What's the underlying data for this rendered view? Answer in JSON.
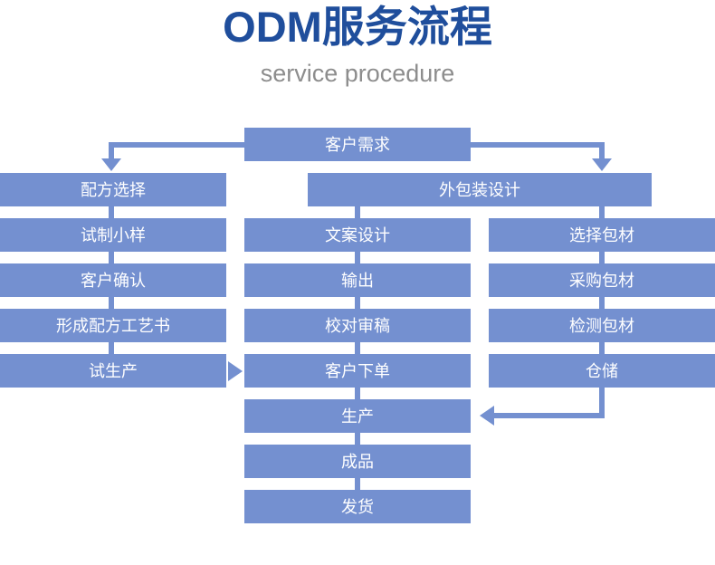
{
  "header": {
    "title": "ODM服务流程",
    "subtitle": "service procedure",
    "title_color": "#1f4e9c",
    "subtitle_color": "#8d8d8d"
  },
  "theme": {
    "box_fill": "#7490d0",
    "box_text": "#ffffff",
    "connector": "#7490d0",
    "background": "#ffffff"
  },
  "chart_data": {
    "type": "diagram",
    "title": "ODM服务流程",
    "subtitle": "service procedure",
    "columns": [
      {
        "name": "formula-column",
        "steps": [
          "配方选择",
          "试制小样",
          "客户确认",
          "形成配方工艺书",
          "试生产"
        ]
      },
      {
        "name": "design-column",
        "steps": [
          "客户需求",
          "外包装设计",
          "文案设计",
          "输出",
          "校对审稿",
          "客户下单",
          "生产",
          "成品",
          "发货"
        ]
      },
      {
        "name": "packaging-column",
        "steps": [
          "选择包材",
          "采购包材",
          "检测包材",
          "仓储"
        ]
      }
    ],
    "connections": [
      {
        "from": "客户需求",
        "to": "配方选择",
        "style": "elbow-left-down"
      },
      {
        "from": "客户需求",
        "to": "外包装设计",
        "style": "elbow-right-down"
      },
      {
        "from": "外包装设计",
        "to": "选择包材",
        "style": "down"
      },
      {
        "from": "试生产",
        "to": "客户下单",
        "style": "right"
      },
      {
        "from": "仓储",
        "to": "生产",
        "style": "elbow-down-left"
      }
    ]
  },
  "nodes": {
    "customer_demand": "客户需求",
    "formula_selection": "配方选择",
    "package_design": "外包装设计",
    "trial_sample": "试制小样",
    "copy_design": "文案设计",
    "select_material": "选择包材",
    "customer_confirm": "客户确认",
    "output": "输出",
    "purchase_material": "采购包材",
    "formula_doc": "形成配方工艺书",
    "proofreading": "校对审稿",
    "inspect_material": "检测包材",
    "trial_production": "试生产",
    "customer_order": "客户下单",
    "warehouse": "仓储",
    "production": "生产",
    "finished_goods": "成品",
    "shipment": "发货"
  }
}
